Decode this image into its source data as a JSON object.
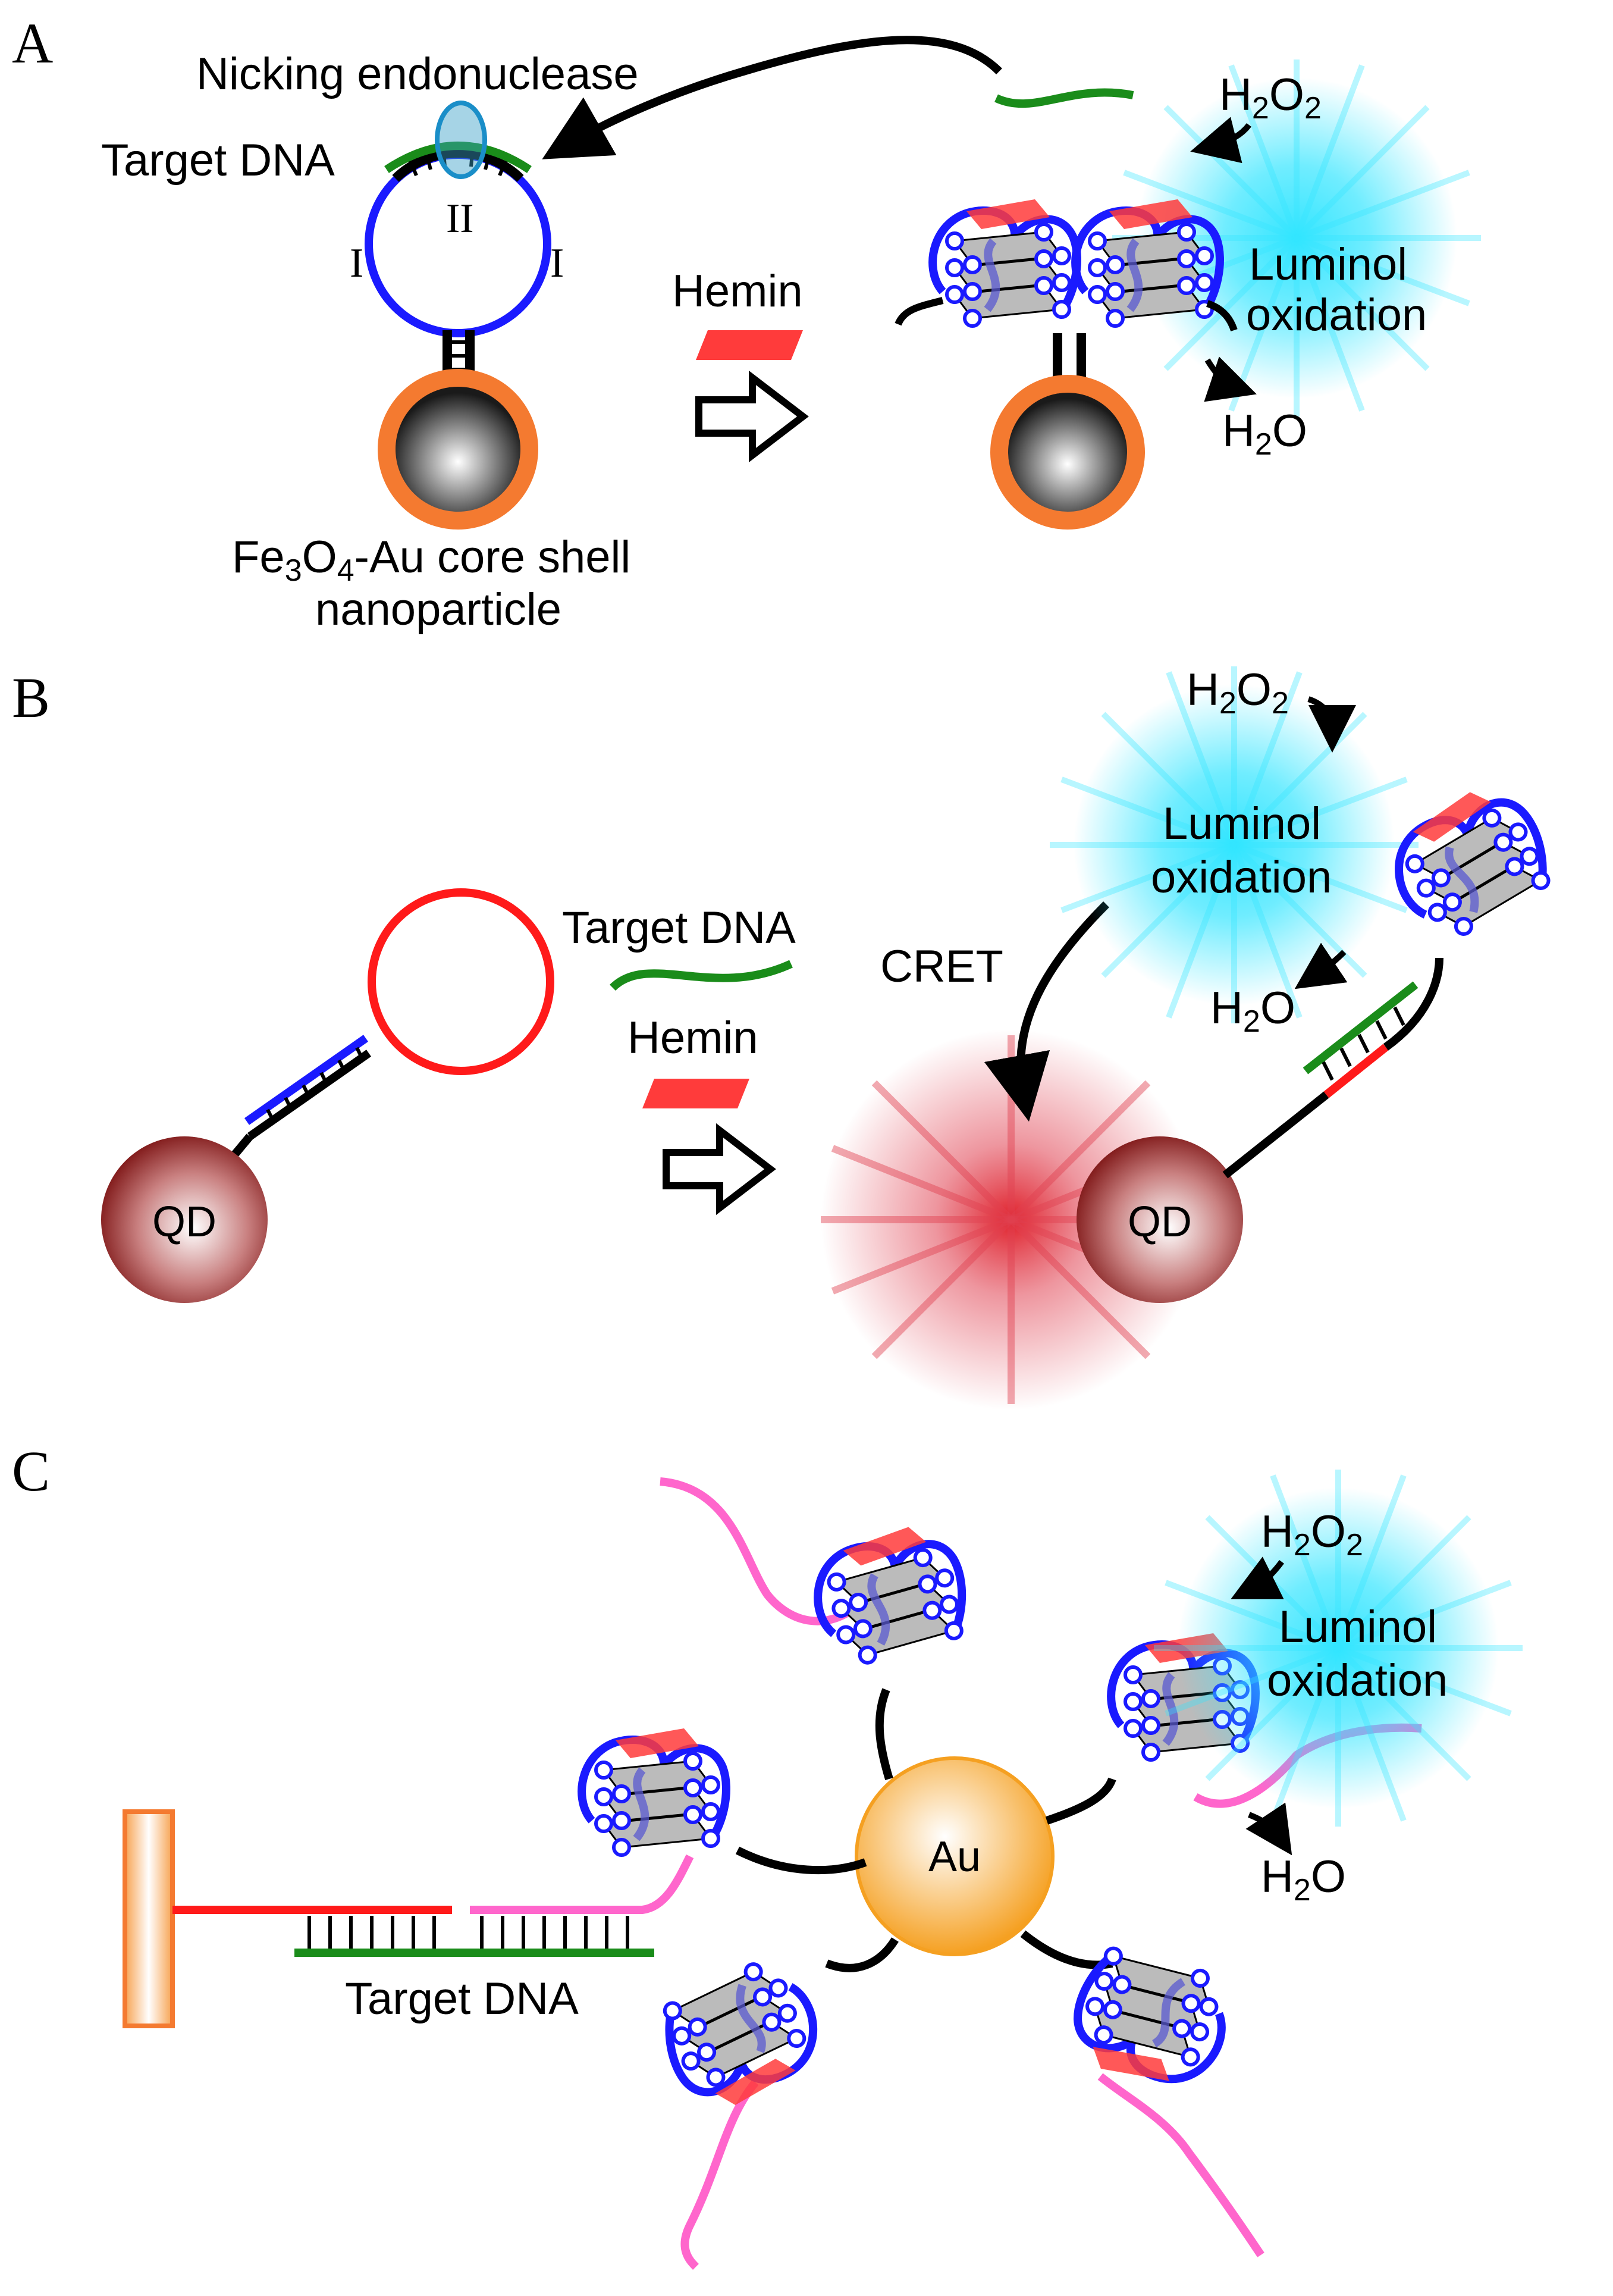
{
  "panels": {
    "a": {
      "letter": "A",
      "nicking_label": "Nicking endonuclease",
      "target_label": "Target DNA",
      "region_left": "I",
      "region_mid": "II",
      "region_right": "I",
      "hemin_label": "Hemin",
      "h2o2_label": "H2O2",
      "h2o_label": "H2O",
      "luminol_line1": "Luminol",
      "luminol_line2": "oxidation",
      "particle_line1": "Fe3O4-Au core shell",
      "particle_line2": "nanoparticle"
    },
    "b": {
      "letter": "B",
      "target_label": "Target DNA",
      "hemin_label": "Hemin",
      "cret_label": "CRET",
      "h2o2_label": "H2O2",
      "h2o_label": "H2O",
      "luminol_line1": "Luminol",
      "luminol_line2": "oxidation",
      "qd_left": "QD",
      "qd_right": "QD"
    },
    "c": {
      "letter": "C",
      "target_label": "Target DNA",
      "au_label": "Au",
      "h2o2_label": "H2O2",
      "h2o_label": "H2O",
      "luminol_line1": "Luminol",
      "luminol_line2": "oxidation"
    }
  },
  "colors": {
    "dna_target": "#1a8c1a",
    "dna_loop": "#1a1aff",
    "dna_red": "#ff1a1a",
    "dna_pink": "#ff66cc",
    "hemin": "#ff3b3b",
    "gold_shell": "#f47a30",
    "glow": "#33e5ff",
    "qd": "#8b1a1a"
  }
}
